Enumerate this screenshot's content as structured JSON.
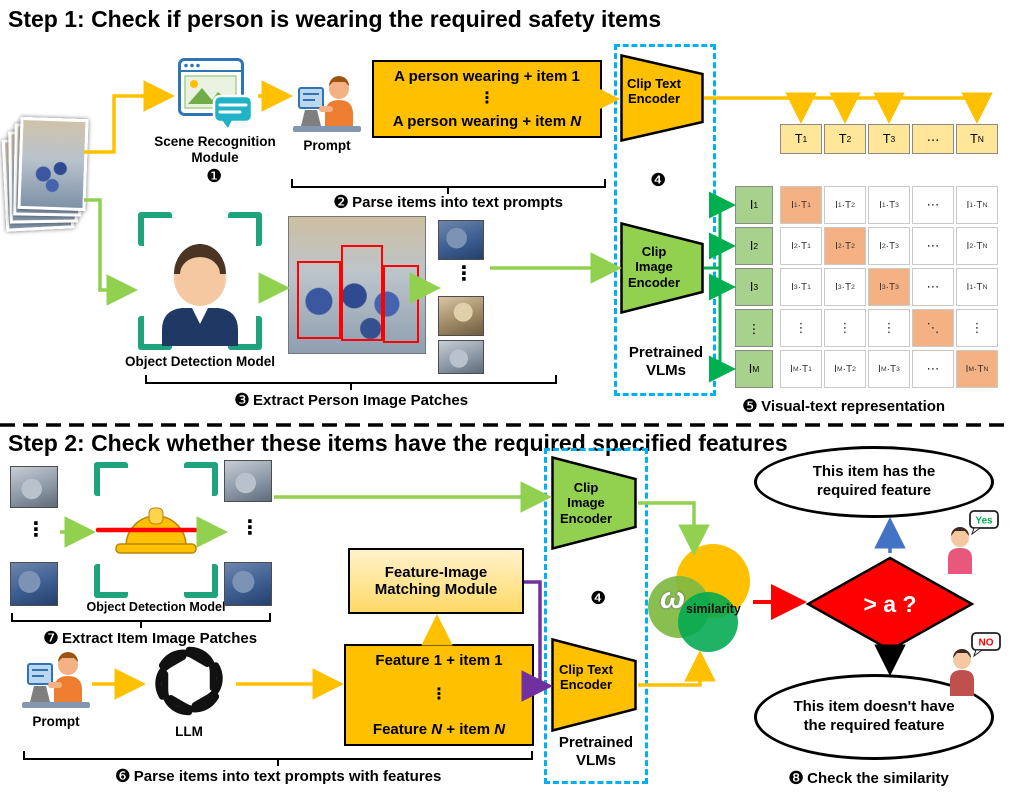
{
  "glyphs": {
    "vdots": "⋮",
    "hdots": "⋯"
  },
  "colors": {
    "accent_yellow": "#FFC000",
    "light_green": "#92D050",
    "dark_green": "#00B050",
    "cyan_dashed": "#00B0F0",
    "purple": "#7030A0",
    "red": "#FF0000",
    "blue": "#4472C4",
    "matrix_header_yellow": "#FFE699",
    "matrix_header_green": "#A9D18E",
    "matrix_diag_orange": "#F4B183"
  },
  "step1": {
    "title": "Step 1: Check if person is wearing the required safety items",
    "scene_module_label": "Scene Recognition Module",
    "prompt_label": "Prompt",
    "prompt_box_line1": "A person wearing + item 1",
    "prompt_box_dots": "⋮",
    "prompt_box_line2": "A person wearing + item *N*",
    "clip_text_encoder": "Clip Text Encoder",
    "clip_image_encoder": "Clip Image Encoder",
    "pretrained_vlms": "Pretrained VLMs",
    "object_detection_label": "Object Detection Model",
    "badges": {
      "b1": "❶",
      "b2": "❷",
      "b3": "❸",
      "b4": "❹",
      "b5": "❺"
    },
    "caption_parse": "Parse items into text prompts",
    "caption_extract": "Extract Person Image Patches",
    "caption_matrix": "Visual-text representation",
    "matrix": {
      "col_headers": [
        "T_1",
        "T_2",
        "T_3",
        "⋯",
        "T_N"
      ],
      "row_headers": [
        "I_1",
        "I_2",
        "I_3",
        "⋮",
        "I_M"
      ],
      "cells": [
        [
          "I_1·T_1",
          "I_1·T_2",
          "I_1·T_3",
          "⋯",
          "I_1·T_N"
        ],
        [
          "I_2·T_1",
          "I_2·T_2",
          "I_2·T_3",
          "⋯",
          "I_2·T_N"
        ],
        [
          "I_3·T_1",
          "I_3·T_2",
          "I_3·T_3",
          "⋯",
          "I_1·T_N"
        ],
        [
          "⋮",
          "⋮",
          "⋮",
          "⋱",
          "⋮"
        ],
        [
          "I_M·T_1",
          "I_M·T_2",
          "I_M·T_3",
          "⋯",
          "I_M·T_N"
        ]
      ]
    }
  },
  "step2": {
    "title": "Step 2: Check whether these items have the required specified features",
    "object_detection_label": "Object Detection Model",
    "fim_module": "Feature-Image Matching Module",
    "prompt_label": "Prompt",
    "llm_label": "LLM",
    "feature_box_line1": "Feature 1 + item 1",
    "feature_box_dots": "⋮",
    "feature_box_line2": "Feature *N* + item *N*",
    "clip_image_encoder": "Clip Image Encoder",
    "clip_text_encoder": "Clip Text Encoder",
    "pretrained_vlms": "Pretrained VLMs",
    "similarity_omega": "ω",
    "similarity_sub": "similarity",
    "threshold": "> a ?",
    "result_positive": "This item has the required feature",
    "result_negative": "This item doesn't have the required feature",
    "yes_label": "Yes",
    "no_label": "NO",
    "badges": {
      "b4": "❹",
      "b6": "❻",
      "b7": "❼",
      "b8": "❽"
    },
    "caption_extract": "Extract Item Image Patches",
    "caption_parse": "Parse items into text prompts with features",
    "caption_similarity": "Check the similarity"
  }
}
